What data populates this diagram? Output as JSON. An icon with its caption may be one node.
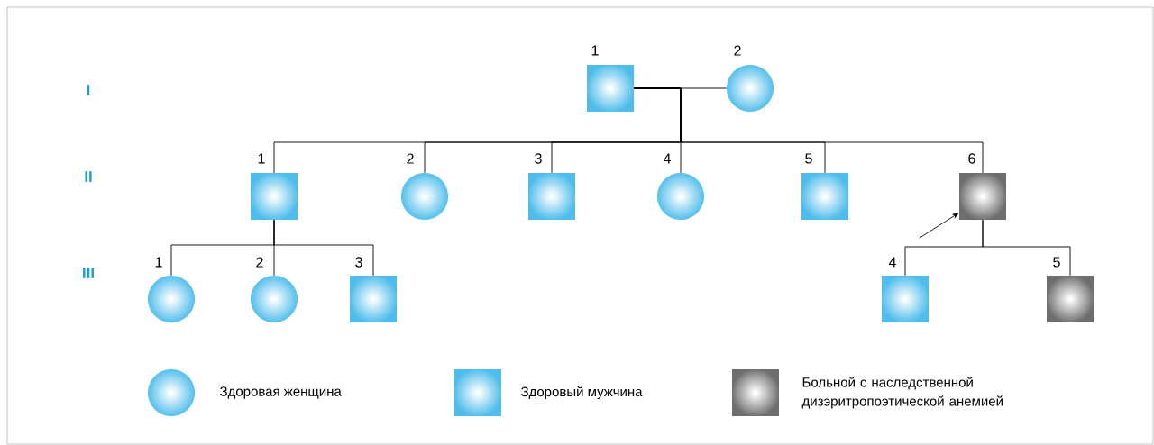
{
  "diagram": {
    "nodes": [
      {
        "text": [
          "1"
        ]
      },
      {
        "text": [
          "2"
        ]
      },
      {
        "text": [
          "1"
        ]
      },
      {
        "text": [
          "2"
        ]
      },
      {
        "text": [
          "3"
        ]
      },
      {
        "text": [
          "4"
        ]
      },
      {
        "text": [
          "5"
        ]
      },
      {
        "text": [
          "6"
        ]
      },
      {
        "text": [
          "1"
        ]
      },
      {
        "text": [
          "2"
        ]
      },
      {
        "text": [
          "3"
        ]
      },
      {
        "text": [
          "4"
        ]
      },
      {
        "text": [
          "5"
        ]
      }
    ],
    "edges": [
      {
        "from": 0,
        "to": 1,
        "arrow": "none"
      },
      {
        "from": 0,
        "to": 2,
        "arrow": "none"
      },
      {
        "from": 0,
        "to": 3,
        "arrow": "none"
      },
      {
        "from": 0,
        "to": 4,
        "arrow": "none"
      },
      {
        "from": 0,
        "to": 5,
        "arrow": "none"
      },
      {
        "from": 0,
        "to": 6,
        "arrow": "none"
      },
      {
        "from": 0,
        "to": 7,
        "arrow": "none"
      },
      {
        "from": 2,
        "to": 8,
        "arrow": "none"
      },
      {
        "from": 2,
        "to": 9,
        "arrow": "none"
      },
      {
        "from": 2,
        "to": 10,
        "arrow": "none"
      },
      {
        "from": 7,
        "to": 11,
        "arrow": "none"
      },
      {
        "from": 7,
        "to": 12,
        "arrow": "none"
      },
      {
        "from": null,
        "to": 7,
        "arrow": "to"
      }
    ],
    "labels": [
      "I",
      "II",
      "III"
    ],
    "legend": [
      {
        "text": "Здоровая женщина"
      },
      {
        "text": "Здоровый мужчина"
      },
      {
        "text": "Больной с наследственной дизэритропоэтической анемией"
      }
    ]
  }
}
